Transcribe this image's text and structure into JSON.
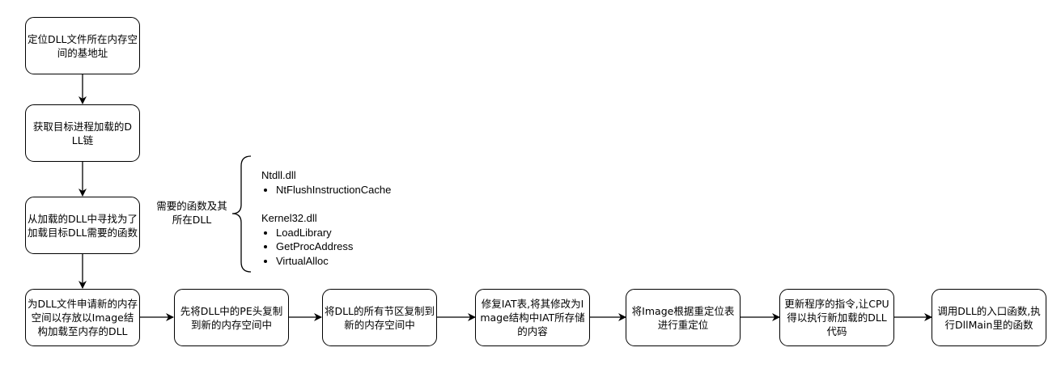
{
  "diagram": {
    "title": "",
    "steps": [
      {
        "id": 1,
        "text": "定位DLL文件所在内存空间的基地址"
      },
      {
        "id": 2,
        "text": "获取目标进程加载的DLL链"
      },
      {
        "id": 3,
        "text": "从加载的DLL中寻找为了加载目标DLL需要的函数"
      },
      {
        "id": 4,
        "text": "为DLL文件申请新的内存空间以存放以Image结构加载至内存的DLL"
      },
      {
        "id": 5,
        "text": "先将DLL中的PE头复制到新的内存空间中"
      },
      {
        "id": 6,
        "text": "将DLL的所有节区复制到新的内存空间中"
      },
      {
        "id": 7,
        "text": "修复IAT表,将其修改为Image结构中IAT所存储的内容"
      },
      {
        "id": 8,
        "text": "将Image根据重定位表进行重定位"
      },
      {
        "id": 9,
        "text": "更新程序的指令,让CPU得以执行新加载的DLL代码"
      },
      {
        "id": 10,
        "text": "调用DLL的入口函数,执行DllMain里的函数"
      }
    ],
    "annotation": {
      "label": "需要的函数及其所在DLL",
      "groups": [
        {
          "dll": "Ntdll.dll",
          "functions": [
            "NtFlushInstructionCache"
          ]
        },
        {
          "dll": "Kernel32.dll",
          "functions": [
            "LoadLibrary",
            "GetProcAddress",
            "VirtualAlloc"
          ]
        }
      ]
    },
    "edges": [
      {
        "from": 1,
        "to": 2
      },
      {
        "from": 2,
        "to": 3
      },
      {
        "from": 3,
        "to": 4
      },
      {
        "from": 4,
        "to": 5
      },
      {
        "from": 5,
        "to": 6
      },
      {
        "from": 6,
        "to": 7
      },
      {
        "from": 7,
        "to": 8
      },
      {
        "from": 8,
        "to": 9
      },
      {
        "from": 9,
        "to": 10
      }
    ],
    "colors": {
      "stroke": "#000000",
      "fill": "#ffffff",
      "text": "#000000"
    }
  }
}
